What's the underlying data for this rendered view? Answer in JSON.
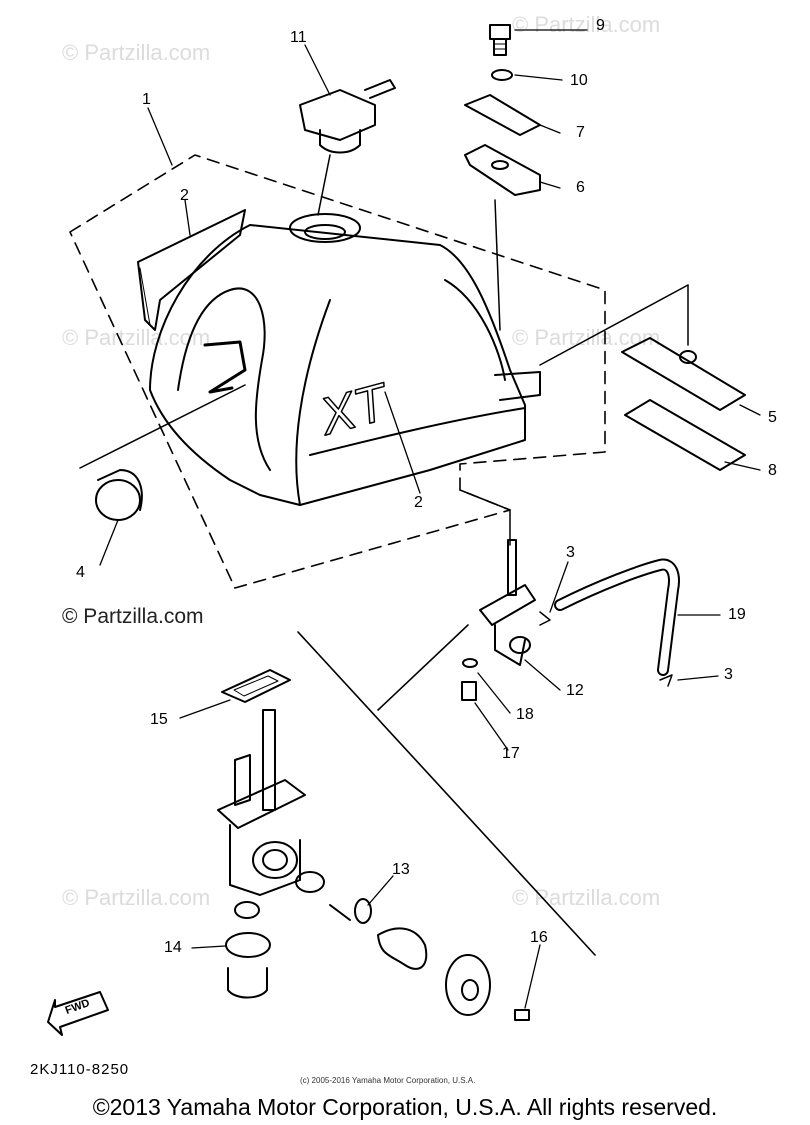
{
  "watermarks": {
    "faint": "© Partzilla.com",
    "dark": "© Partzilla.com"
  },
  "callouts": {
    "c1": "1",
    "c2a": "2",
    "c2b": "2",
    "c3a": "3",
    "c3b": "3",
    "c4": "4",
    "c5": "5",
    "c6": "6",
    "c7": "7",
    "c8": "8",
    "c9": "9",
    "c10": "10",
    "c11": "11",
    "c12": "12",
    "c13": "13",
    "c14": "14",
    "c15": "15",
    "c16": "16",
    "c17": "17",
    "c18": "18",
    "c19": "19"
  },
  "tank_logo": "XT",
  "fwd_label": "FWD",
  "part_code": "2KJ110-8250",
  "small_copyright": "(c) 2005-2016 Yamaha Motor Corporation, U.S.A.",
  "footer": "©2013 Yamaha Motor Corporation, U.S.A. All rights reserved."
}
